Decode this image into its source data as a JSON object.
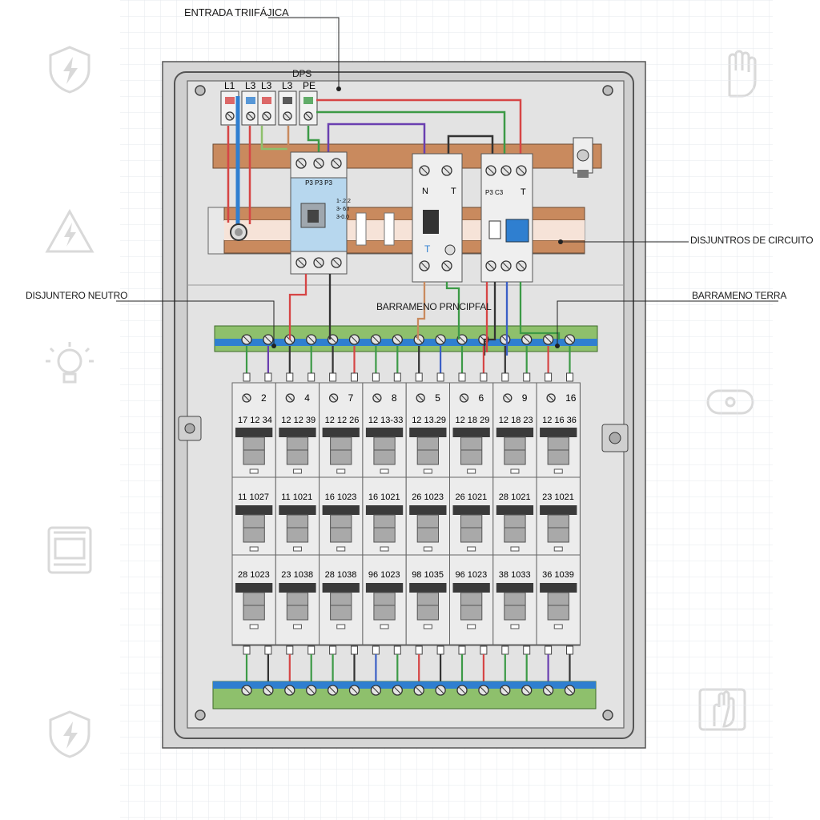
{
  "labels": {
    "entrada": "ENTRADA TRIIFÁJICA",
    "dps": "DPS",
    "disjuntores": "DISJUNTROS DE CIRCUITO",
    "disjuntor_neutro": "DISJUNTERO NEUTRO",
    "barramento_principal": "BARRAMENO PRNCIPFAL",
    "barramento_terra": "BARRAMENO TERRA"
  },
  "terminal_labels": [
    "L1",
    "L3",
    "L3",
    "L3",
    "PE"
  ],
  "icons": {
    "left": [
      "lightning-shield-icon",
      "warning-lightning-icon",
      "lightbulb-icon",
      "meter-icon",
      "lightning-shield-icon"
    ],
    "right": [
      "glove-icon",
      "key-icon",
      "glove-icon"
    ]
  },
  "devices": {
    "main_breaker_text": [
      "1-.2.2",
      "3- 6.I",
      "3-0.0"
    ],
    "main_breaker_top": "P3 P3 P3",
    "rcd_top": [
      "N",
      "T"
    ],
    "rcd_bottom": "T",
    "dps_top": "P3 C3",
    "dps_right": "T"
  },
  "breaker_rows": [
    {
      "numbers": [
        "2",
        "4",
        "7",
        "8",
        "5",
        "6",
        "9",
        "16"
      ],
      "ratings": [
        "17 12 34",
        "12 12 39",
        "12 12 26",
        "12 13-33",
        "12 13.29",
        "12 18 29",
        "12 18 23",
        "12 16 36"
      ]
    },
    {
      "ratings": [
        "11 1027",
        "11 1021",
        "16 1023",
        "16 1021",
        "26 1023",
        "26 1021",
        "28 1021",
        "23 1021"
      ]
    },
    {
      "ratings": [
        "28 1023",
        "23 1038",
        "28 1038",
        "96 1023",
        "98 1035",
        "96 1023",
        "38 1033",
        "36 1039"
      ]
    }
  ],
  "colors": {
    "copper": "#c98a5e",
    "bus_green": "#8ec06c",
    "bus_blue": "#2f7fd0",
    "panel": "#d9d9d9",
    "wire_red": "#d64545",
    "wire_blue": "#3b5fc6",
    "wire_green": "#3c9a46",
    "wire_purple": "#6a3fb0",
    "wire_black": "#333333"
  }
}
